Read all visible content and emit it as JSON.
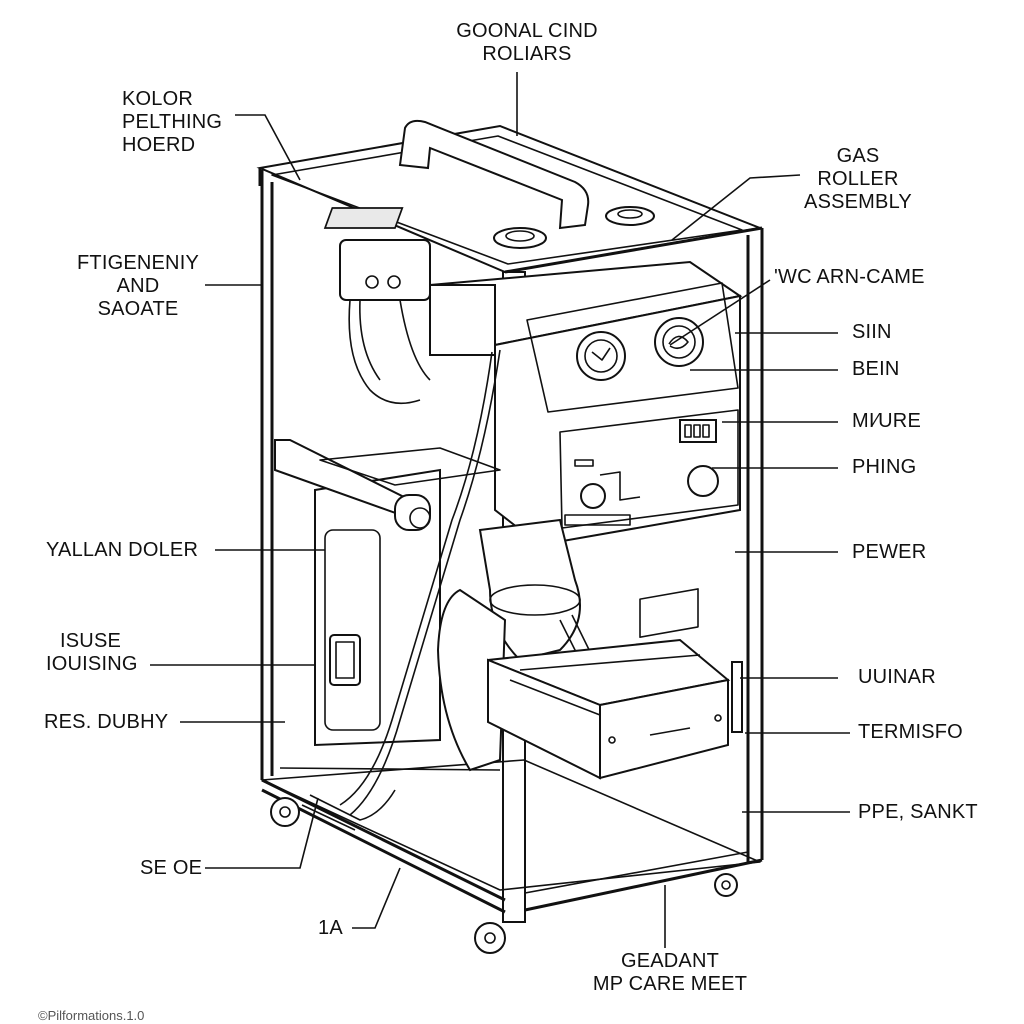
{
  "labels": {
    "top_center": [
      "GOONAL CIND",
      "ROLIARS"
    ],
    "top_left": [
      "KOLOR",
      "PELTHING",
      "HOERD"
    ],
    "gas_roller": [
      "GAS",
      "ROLLER",
      "ASSEMBLY"
    ],
    "left_mid": [
      "FTIGENENIY",
      "AND",
      "SAOATE"
    ],
    "wc_arn": "'WC ARN-CAME",
    "siin": "SIIN",
    "bein": "BEIN",
    "mixure": "MI⁄URE",
    "phing": "PHING",
    "yallan": "YALLAN DOLER",
    "pewer": "PEWER",
    "isuse": [
      "ISUSE",
      "IOUISING"
    ],
    "uuinar": "UUINAR",
    "res": "RES. DUBHY",
    "termisfo": "TERMISFO",
    "ppe": "PPE, SANKT",
    "seoe": "SE OE",
    "one_a": "1A",
    "bottom_center": [
      "GEADANT",
      "MP CARE MEET"
    ]
  },
  "footer": "©Pilformations.1.0"
}
